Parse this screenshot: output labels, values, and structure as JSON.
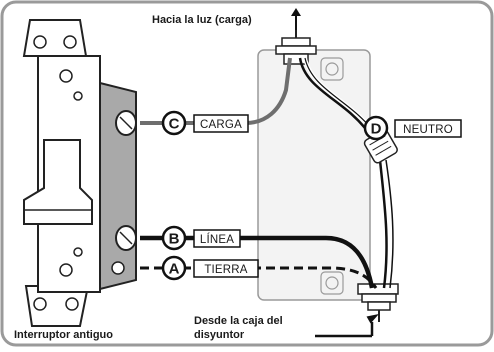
{
  "captions": {
    "top": "Hacia la luz (carga)",
    "bottom_left": "Interruptor antiguo",
    "bottom_center_line1": "Desde la caja del",
    "bottom_center_line2": "disyuntor"
  },
  "callouts": [
    {
      "letter": "C",
      "label": "CARGA"
    },
    {
      "letter": "B",
      "label": "LÍNEA"
    },
    {
      "letter": "A",
      "label": "TIERRA"
    },
    {
      "letter": "D",
      "label": "NEUTRO"
    }
  ],
  "colors": {
    "frame": "#9a9a9a",
    "switch_body": "#ffffff",
    "switch_side": "#a9a9a9",
    "box_fill": "#f2f2f2",
    "wire_black": "#111111",
    "wire_gray": "#6e6e6e"
  }
}
